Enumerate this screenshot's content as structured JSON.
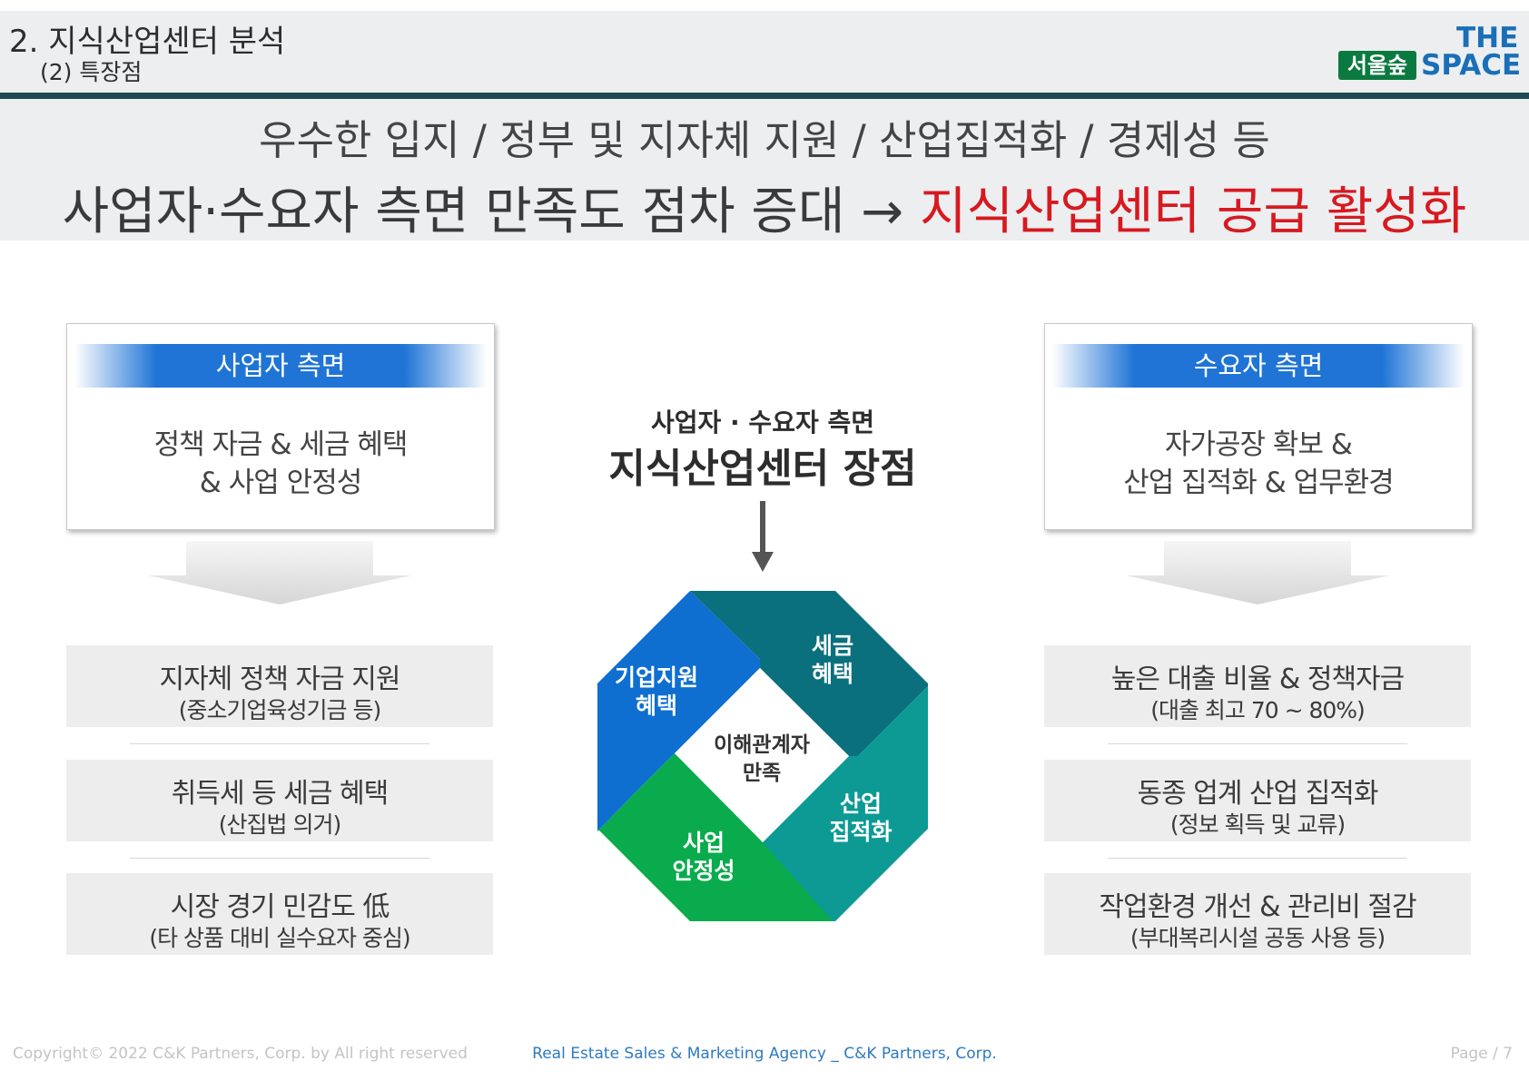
{
  "header": {
    "section_title": "2. 지식산업센터 분석",
    "section_subtitle": "(2) 특장점",
    "logo_seoul": "서울숲",
    "logo_the": "THE",
    "logo_space": "SPACE"
  },
  "headline": {
    "line1": "우수한 입지 / 정부 및 지자체 지원 / 산업집적화 / 경제성 등",
    "line2_prefix": "사업자·수요자 측면 만족도 점차 증대 →",
    "line2_highlight": "지식산업센터 공급 활성화"
  },
  "left": {
    "header": "사업자 측면",
    "summary_line1": "정책 자금 & 세금 혜택",
    "summary_line2": "& 사업 안정성",
    "items": [
      {
        "main": "지자체 정책 자금 지원",
        "sub": "(중소기업육성기금 등)"
      },
      {
        "main": "취득세 등 세금 혜택",
        "sub": "(산집법 의거)"
      },
      {
        "main": "시장 경기 민감도 低",
        "sub": "(타 상품 대비 실수요자 중심)"
      }
    ]
  },
  "right": {
    "header": "수요자 측면",
    "summary_line1": "자가공장 확보 &",
    "summary_line2": "산업 집적화 & 업무환경",
    "items": [
      {
        "main": "높은 대출 비율 & 정책자금",
        "sub": "(대출 최고 70 ~ 80%)"
      },
      {
        "main": "동종 업계 산업 집적화",
        "sub": "(정보 획득 및 교류)"
      },
      {
        "main": "작업환경 개선 & 관리비 절감",
        "sub": "(부대복리시설 공동 사용 등)"
      }
    ]
  },
  "center": {
    "subtitle": "사업자 · 수요자 측면",
    "title": "지식산업센터 장점",
    "core_line1": "이해관계자",
    "core_line2": "만족",
    "segments": [
      {
        "line1": "기업지원",
        "line2": "혜택",
        "color": "#0f6fd0"
      },
      {
        "line1": "세금",
        "line2": "혜택",
        "color": "#0b707d"
      },
      {
        "line1": "산업",
        "line2": "집적화",
        "color": "#0d9a95"
      },
      {
        "line1": "사업",
        "line2": "안정성",
        "color": "#0aab4c"
      }
    ]
  },
  "footer": {
    "copyright": "Copyright© 2022 C&K Partners, Corp. by  All right reserved",
    "agency": "Real Estate Sales & Marketing Agency _ C&K Partners, Corp.",
    "page": "Page / 7"
  },
  "colors": {
    "header_bar": "#1e4a4f",
    "accent_red": "#d71920",
    "blue_bar": "#1f74d6",
    "logo_green": "#0b7a40",
    "logo_blue": "#1a6fb7"
  }
}
